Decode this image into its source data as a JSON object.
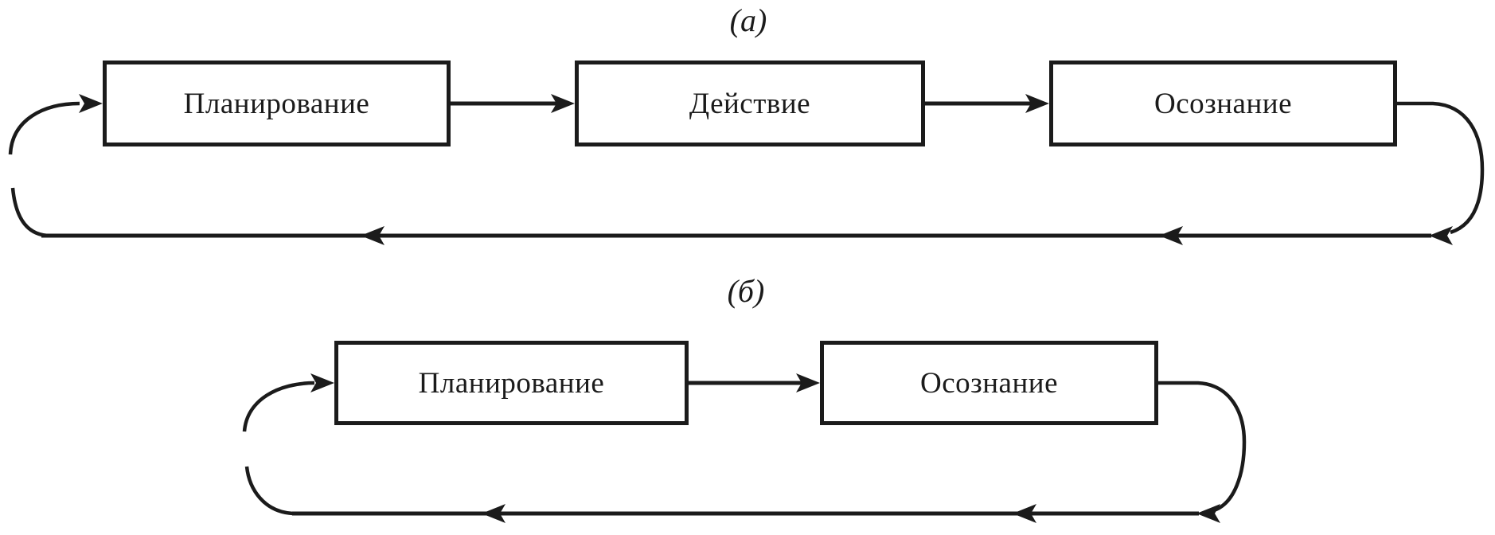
{
  "figure": {
    "background": "#ffffff",
    "ink_color": "#1b1b1b",
    "type": "flow-cycle-diagram",
    "panels": [
      {
        "id": "a",
        "label": "(а)",
        "boxes": [
          {
            "id": "planning",
            "label": "Планирование"
          },
          {
            "id": "action",
            "label": "Действие"
          },
          {
            "id": "awareness",
            "label": "Осознание"
          }
        ],
        "flow": "Планирование → Действие → Осознание → (обратная связь к Планированию)"
      },
      {
        "id": "b",
        "label": "(б)",
        "boxes": [
          {
            "id": "planning",
            "label": "Планирование"
          },
          {
            "id": "awareness",
            "label": "Осознание"
          }
        ],
        "flow": "Планирование → Осознание → (обратная связь к Планированию)"
      }
    ]
  }
}
